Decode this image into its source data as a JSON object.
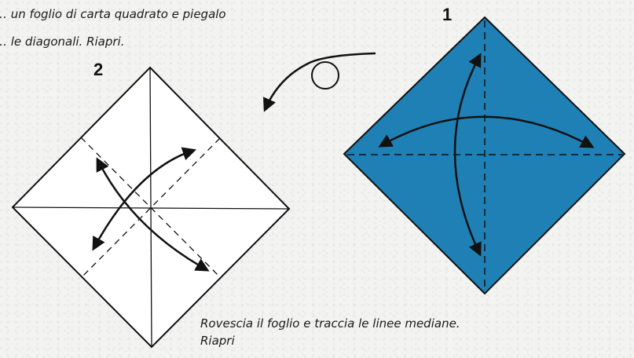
{
  "step1": {
    "number": "1",
    "caption_line1": "… un foglio di carta quadrato e piegalo",
    "caption_line2": "… le diagonali. Riapri."
  },
  "step2": {
    "number": "2",
    "caption_line1": "Rovescia il foglio e traccia le linee mediane.",
    "caption_line2": "Riapri"
  },
  "colors": {
    "paper_blue": "#1f80b6",
    "paper_white": "#ffffff",
    "outline": "#111111",
    "background": "#f3f3f1"
  },
  "icons": [
    "fold-arrow-icon",
    "turn-over-icon"
  ]
}
